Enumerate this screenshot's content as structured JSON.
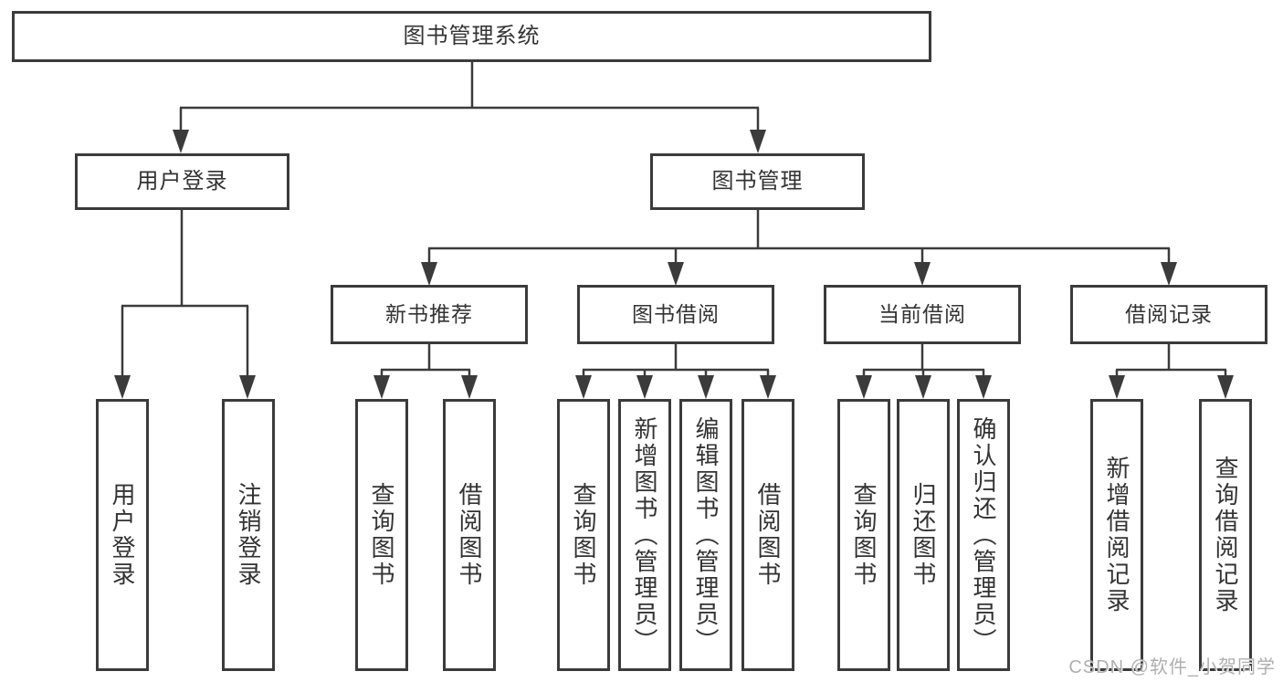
{
  "tree": {
    "label": "图书管理系统",
    "children": [
      {
        "label": "用户登录",
        "children": [
          {
            "label": "用户登录"
          },
          {
            "label": "注销登录"
          }
        ]
      },
      {
        "label": "图书管理",
        "children": [
          {
            "label": "新书推荐",
            "children": [
              {
                "label": "查询图书"
              },
              {
                "label": "借阅图书"
              }
            ]
          },
          {
            "label": "图书借阅",
            "children": [
              {
                "label": "查询图书"
              },
              {
                "label": "新增图书（管理员）"
              },
              {
                "label": "编辑图书（管理员）"
              },
              {
                "label": "借阅图书"
              }
            ]
          },
          {
            "label": "当前借阅",
            "children": [
              {
                "label": "查询图书"
              },
              {
                "label": "归还图书"
              },
              {
                "label": "确认归还（管理员）"
              }
            ]
          },
          {
            "label": "借阅记录",
            "children": [
              {
                "label": "新增借阅记录"
              },
              {
                "label": "查询借阅记录"
              }
            ]
          }
        ]
      }
    ]
  },
  "watermark": "CSDN @软件_小贺同学",
  "colors": {
    "line": "#3b3b3b",
    "text": "#333333",
    "background": "#ffffff",
    "watermark": "#b0b0b0"
  }
}
